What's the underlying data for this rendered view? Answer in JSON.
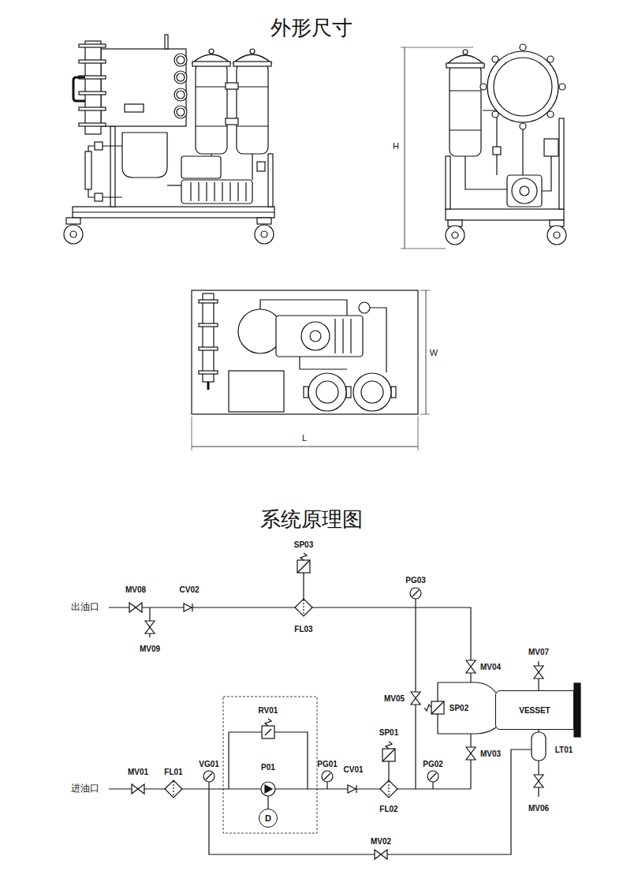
{
  "diagram": {
    "title": "外形尺寸",
    "nodes": [
      {
        "text": [
          "VESSET"
        ]
      },
      {
        "text": [
          "D"
        ]
      }
    ],
    "labels": [
      "H",
      "L",
      "W",
      "系统原理图",
      "SP03",
      "MV08",
      "CV02",
      "PG03",
      "出油口",
      "MV09",
      "FL03",
      "MV07",
      "MV04",
      "MV05",
      "SP02",
      "RV01",
      "SP01",
      "LT01",
      "MV03",
      "VG01",
      "P01",
      "PG01",
      "CV01",
      "PG02",
      "MV01",
      "FL01",
      "进油口",
      "MV06",
      "FL02",
      "MV02"
    ]
  }
}
